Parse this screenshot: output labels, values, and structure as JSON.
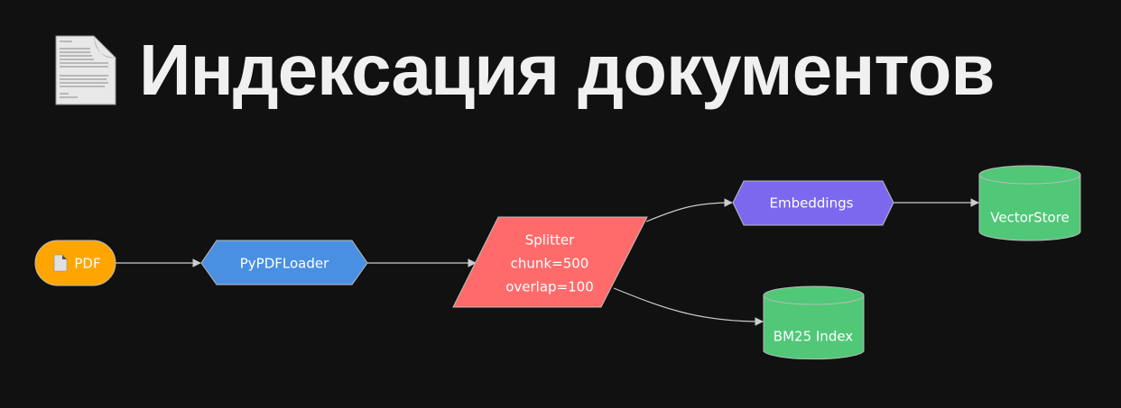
{
  "title": {
    "icon": "page-facing-up-icon",
    "text": "Индексация документов"
  },
  "diagram": {
    "type": "flowchart",
    "direction": "left-to-right",
    "nodes": [
      {
        "id": "pdf",
        "label": "PDF",
        "icon": "page-facing-up-icon",
        "shape": "stadium",
        "color": "#FFA500"
      },
      {
        "id": "loader",
        "label": "PyPDFLoader",
        "shape": "hexagon",
        "color": "#4A90E2"
      },
      {
        "id": "splitter",
        "lines": [
          "Splitter",
          "chunk=500",
          "overlap=100"
        ],
        "shape": "parallelogram",
        "color": "#FF6B6B"
      },
      {
        "id": "embeddings",
        "label": "Embeddings",
        "shape": "hexagon",
        "color": "#7B68EE"
      },
      {
        "id": "vectorstore",
        "label": "VectorStore",
        "shape": "cylinder",
        "color": "#50C878"
      },
      {
        "id": "bm25",
        "label": "BM25 Index",
        "shape": "cylinder",
        "color": "#50C878"
      }
    ],
    "edges": [
      {
        "from": "pdf",
        "to": "loader"
      },
      {
        "from": "loader",
        "to": "splitter"
      },
      {
        "from": "splitter",
        "to": "embeddings"
      },
      {
        "from": "embeddings",
        "to": "vectorstore"
      },
      {
        "from": "splitter",
        "to": "bm25"
      }
    ],
    "edge_color": "#cccccc",
    "node_border": "#bbbbbb"
  }
}
